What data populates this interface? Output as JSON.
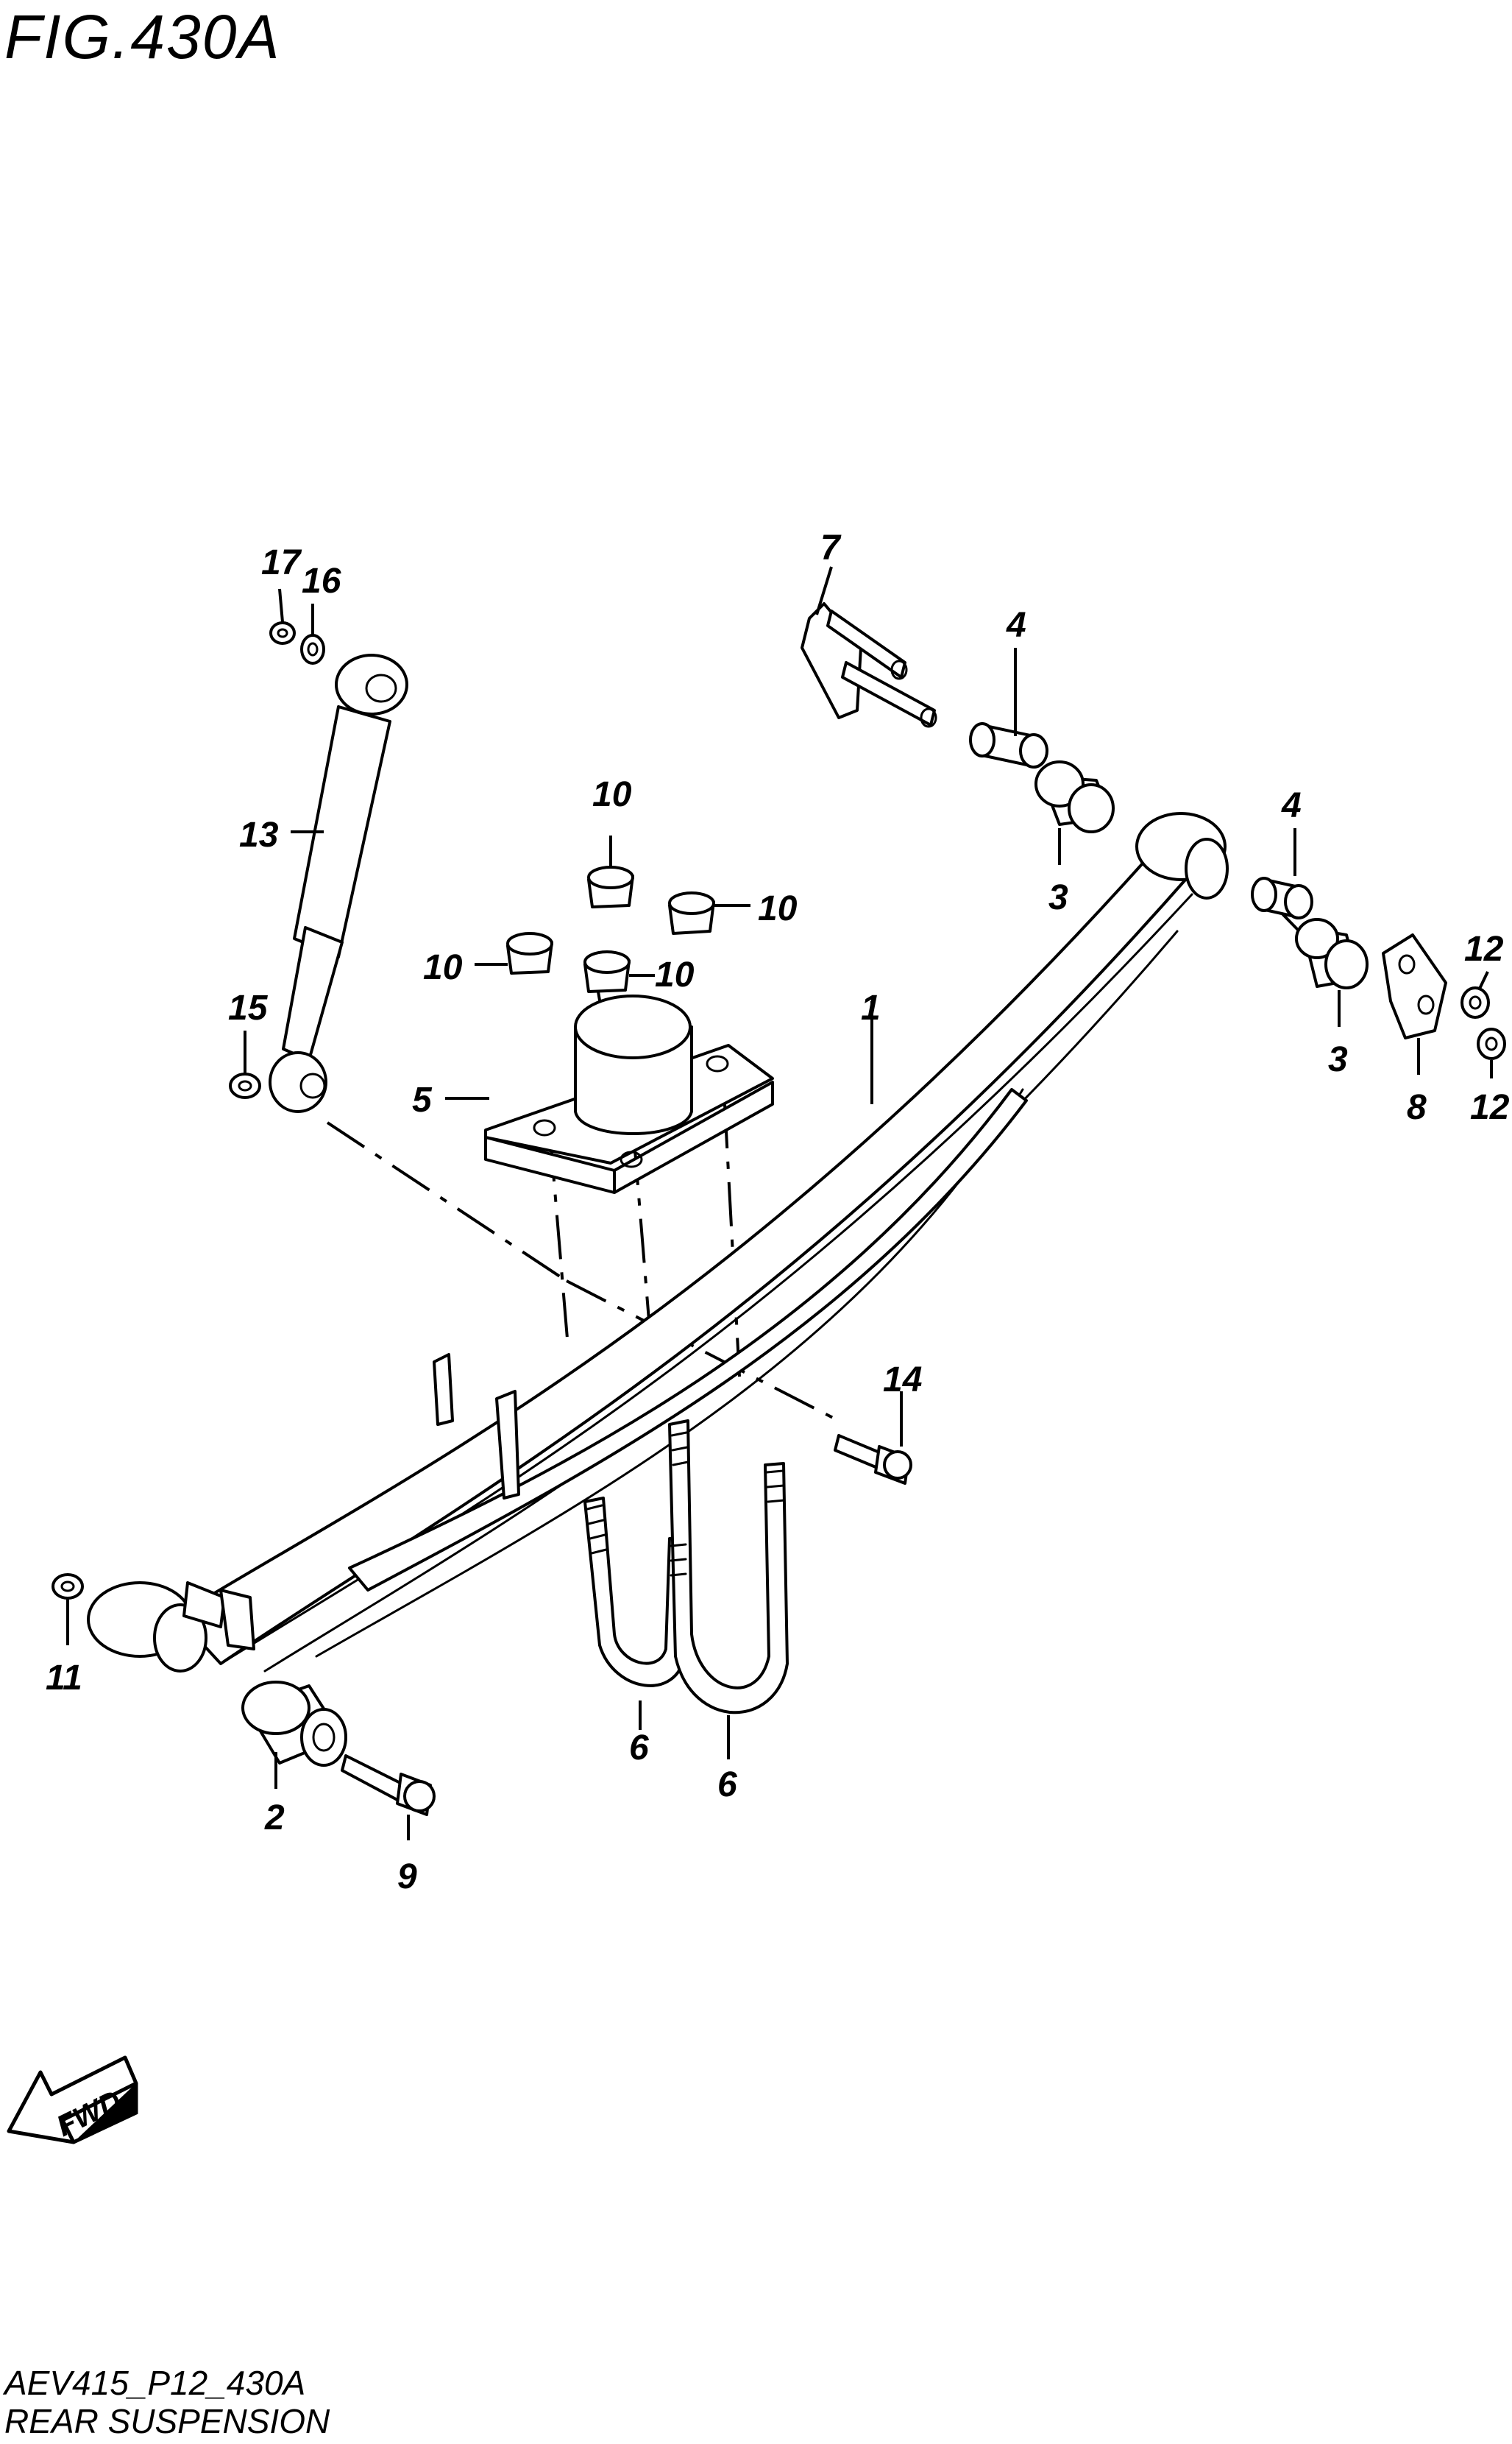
{
  "figure": {
    "title": "FIG.430A",
    "code": "AEV415_P12_430A",
    "caption": "REAR SUSPENSION",
    "fwd_label": "FWD"
  },
  "callouts": {
    "c1": "1",
    "c2": "2",
    "c3a": "3",
    "c3b": "3",
    "c4a": "4",
    "c4b": "4",
    "c5": "5",
    "c6a": "6",
    "c6b": "6",
    "c7": "7",
    "c8": "8",
    "c9": "9",
    "c10a": "10",
    "c10b": "10",
    "c10c": "10",
    "c10d": "10",
    "c11": "11",
    "c12a": "12",
    "c12b": "12",
    "c13": "13",
    "c14": "14",
    "c15": "15",
    "c16": "16",
    "c17": "17"
  }
}
